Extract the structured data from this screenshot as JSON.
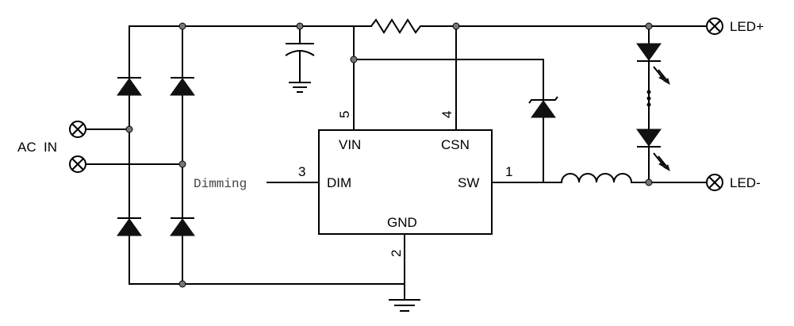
{
  "labels": {
    "ac_in": "AC  IN",
    "led_plus": "LED+",
    "led_minus": "LED-",
    "dimming": "Dimming"
  },
  "ic": {
    "pins": {
      "vin": "VIN",
      "csn": "CSN",
      "dim": "DIM",
      "sw": "SW",
      "gnd": "GND"
    },
    "pin_numbers": {
      "sw": "1",
      "gnd": "2",
      "dim": "3",
      "csn": "4",
      "vin": "5"
    }
  },
  "icons": [
    "terminal-icon",
    "diode-icon",
    "capacitor-icon",
    "resistor-icon",
    "inductor-icon",
    "zener-diode-icon",
    "led-icon",
    "ground-icon"
  ]
}
